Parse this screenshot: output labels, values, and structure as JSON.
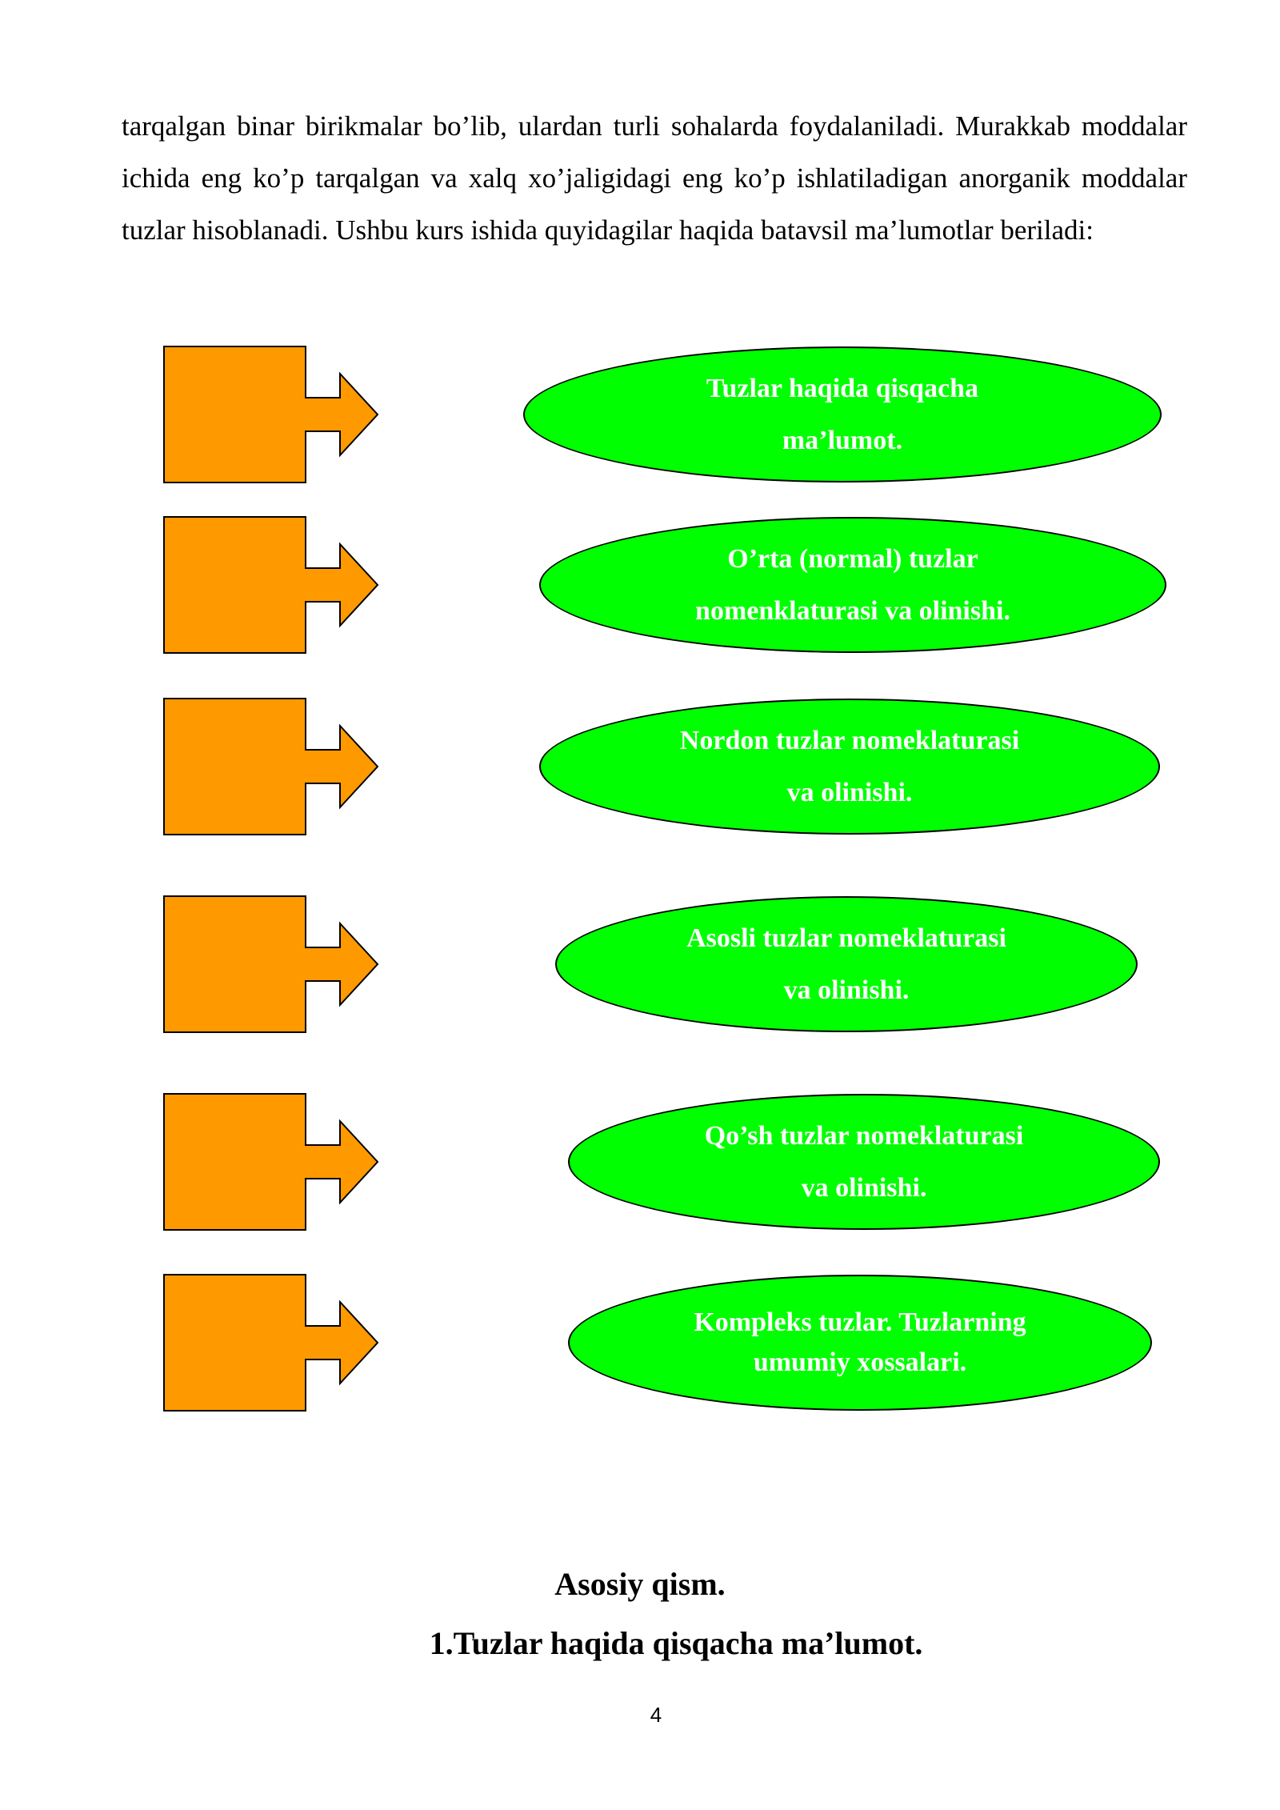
{
  "document": {
    "intro_paragraph": "tarqalgan binar birikmalar bo’lib, ulardan turli sohalarda foydalaniladi. Murakkab moddalar ichida eng ko’p tarqalgan va xalq xo’jaligidagi eng ko’p ishlatiladigan anorganik moddalar tuzlar hisoblanadi. Ushbu kurs ishida quyidagilar haqida batavsil ma’lumotlar beriladi:",
    "diagram": {
      "box_color": "#ff9900",
      "oval_color": "#00ff00",
      "oval_text_color": "#ffffff",
      "items": [
        {
          "label": "Tuzlar haqida qisqacha\nma’lumot."
        },
        {
          "label": "O’rta (normal) tuzlar\nnomenklaturasi va olinishi."
        },
        {
          "label": "Nordon tuzlar nomeklaturasi\nva olinishi."
        },
        {
          "label": "Asosli tuzlar nomeklaturasi\nva olinishi."
        },
        {
          "label": "Qo’sh tuzlar nomeklaturasi\nva olinishi."
        },
        {
          "label": "Kompleks tuzlar. Tuzlarning\numumiy xossalari."
        }
      ]
    },
    "section_title": "Asosiy qism.",
    "subsection_title": "1.Tuzlar haqida qisqacha ma’lumot.",
    "page_number": "4"
  }
}
